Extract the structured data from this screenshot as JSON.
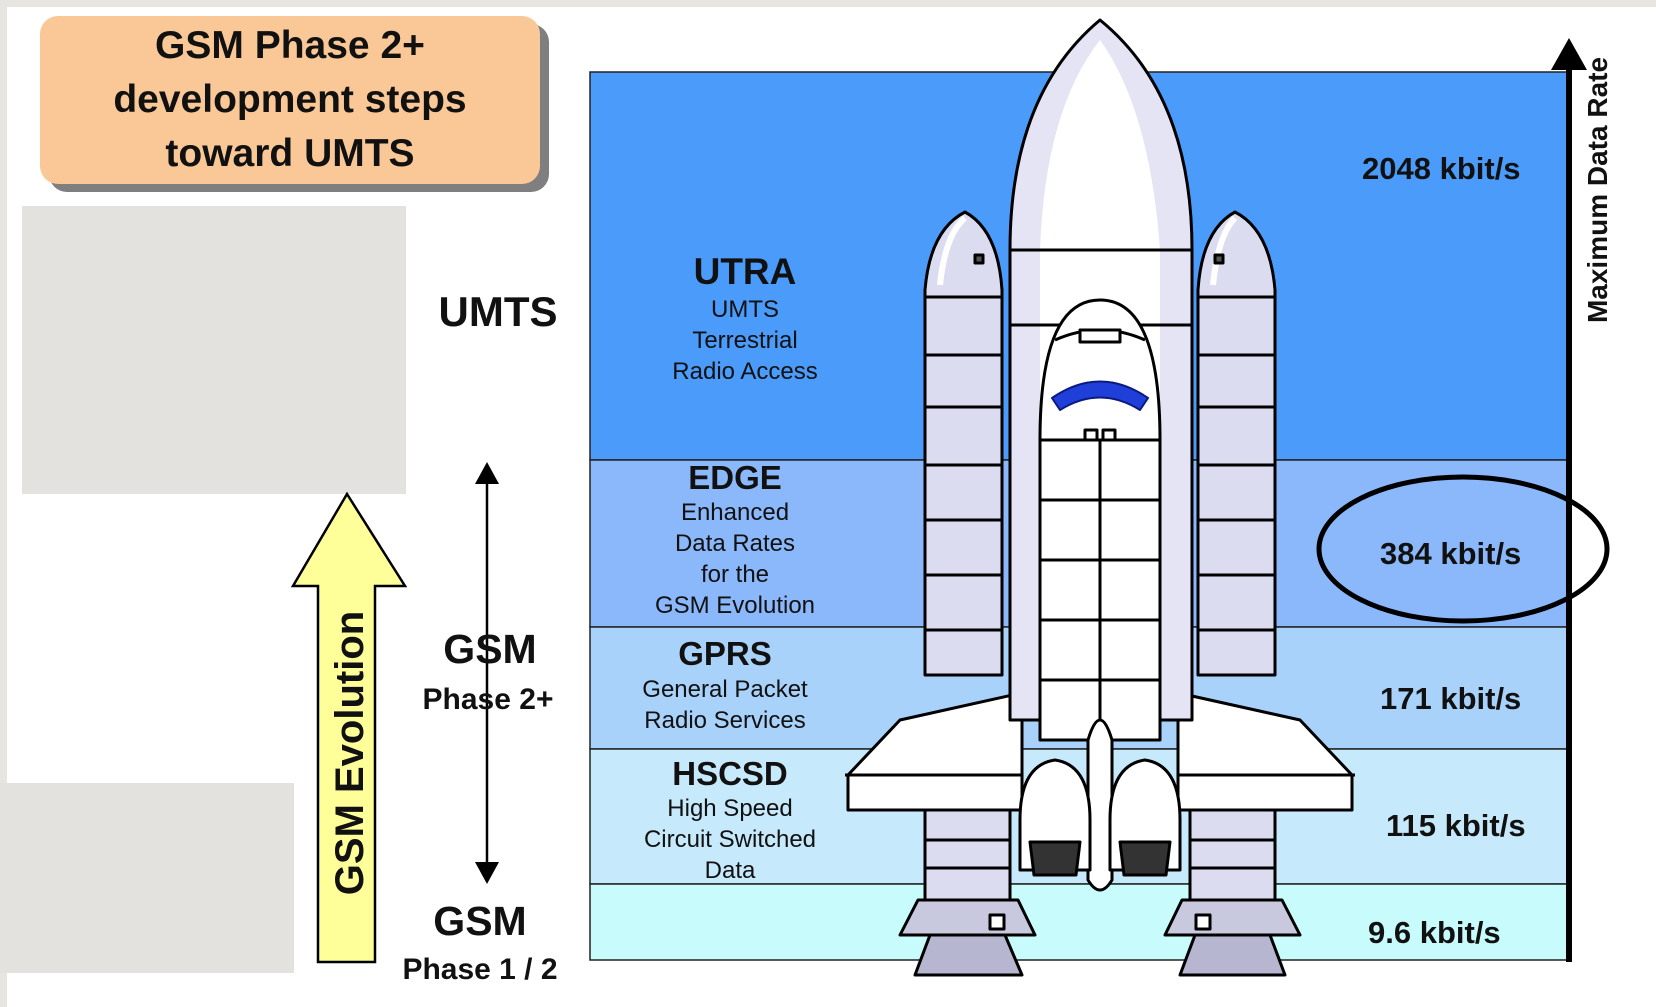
{
  "title": {
    "lines": [
      "GSM Phase 2+",
      "development steps",
      "toward UMTS"
    ]
  },
  "generations": {
    "umts": "UMTS",
    "gsm_phase2plus": {
      "name": "GSM",
      "sub": "Phase 2+"
    },
    "gsm_phase12": {
      "name": "GSM",
      "sub": "Phase 1 / 2"
    }
  },
  "evolution_arrow_label": "GSM Evolution",
  "axis_label": "Maximum Data Rate",
  "bands": [
    {
      "id": "utra",
      "abbr": "UTRA",
      "full": [
        "UMTS",
        "Terrestrial",
        "Radio Access"
      ],
      "rate": "2048 kbit/s",
      "color": "#4a9bfa"
    },
    {
      "id": "edge",
      "abbr": "EDGE",
      "full": [
        "Enhanced",
        "Data Rates",
        "for the",
        "GSM Evolution"
      ],
      "rate": "384 kbit/s",
      "color": "#8bb8fb",
      "highlighted": true
    },
    {
      "id": "gprs",
      "abbr": "GPRS",
      "full": [
        "General Packet",
        "Radio Services"
      ],
      "rate": "171 kbit/s",
      "color": "#a9d2fb"
    },
    {
      "id": "hscsd",
      "abbr": "HSCSD",
      "full": [
        "High Speed",
        "Circuit Switched",
        "Data"
      ],
      "rate": "115 kbit/s",
      "color": "#c6e9fb"
    },
    {
      "id": "gsm",
      "abbr": "",
      "full": [],
      "rate": "9.6 kbit/s",
      "color": "#c8fbfb"
    }
  ],
  "colors": {
    "title_box": "#fac896",
    "evolution_arrow": "#ffff99",
    "shuttle_body": "#ffffff",
    "shuttle_shade": "#d8d8ee",
    "window_accent": "#1f3fd8"
  },
  "icons": [
    "space-shuttle-illustration"
  ]
}
